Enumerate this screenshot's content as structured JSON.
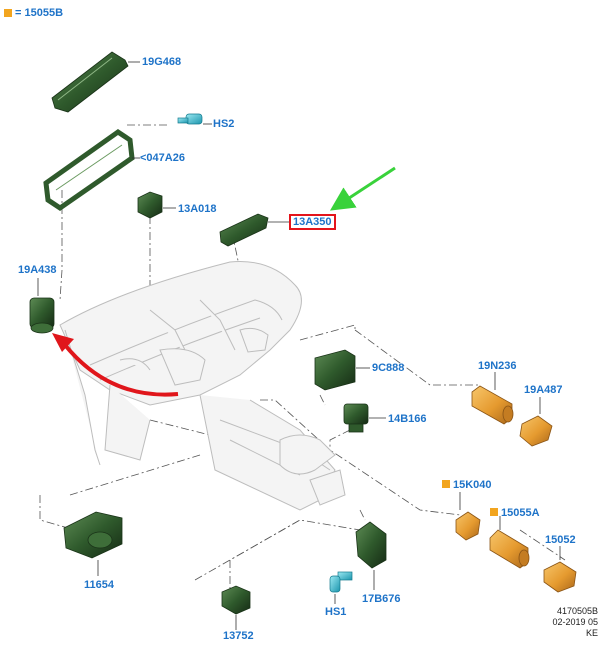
{
  "legend": {
    "text": "= 15055B",
    "marker_color": "#f2a51f"
  },
  "callouts": {
    "p19G468": "19G468",
    "pHS2": "HS2",
    "p047A26": "<047A26",
    "p13A018": "13A018",
    "p13A350": "13A350",
    "p19A438": "19A438",
    "p9C888": "9C888",
    "p19N236": "19N236",
    "p19A487": "19A487",
    "p14B166": "14B166",
    "p15K040": "15K040",
    "p15055A": "15055A",
    "p15052": "15052",
    "p11654": "11654",
    "pHS1": "HS1",
    "p17B676": "17B676",
    "p13752": "13752"
  },
  "footer": {
    "ref": "4170505B",
    "date": "02-2019 05",
    "code": "KE"
  },
  "colors": {
    "part_dark": "#2f5a2c",
    "part_orange": "#e59a2f",
    "part_cyan": "#3fc4d8",
    "label": "#1e73c8",
    "highlight": "#e4141b",
    "arrow_green": "#39d23b",
    "arrow_red": "#e0161b"
  }
}
